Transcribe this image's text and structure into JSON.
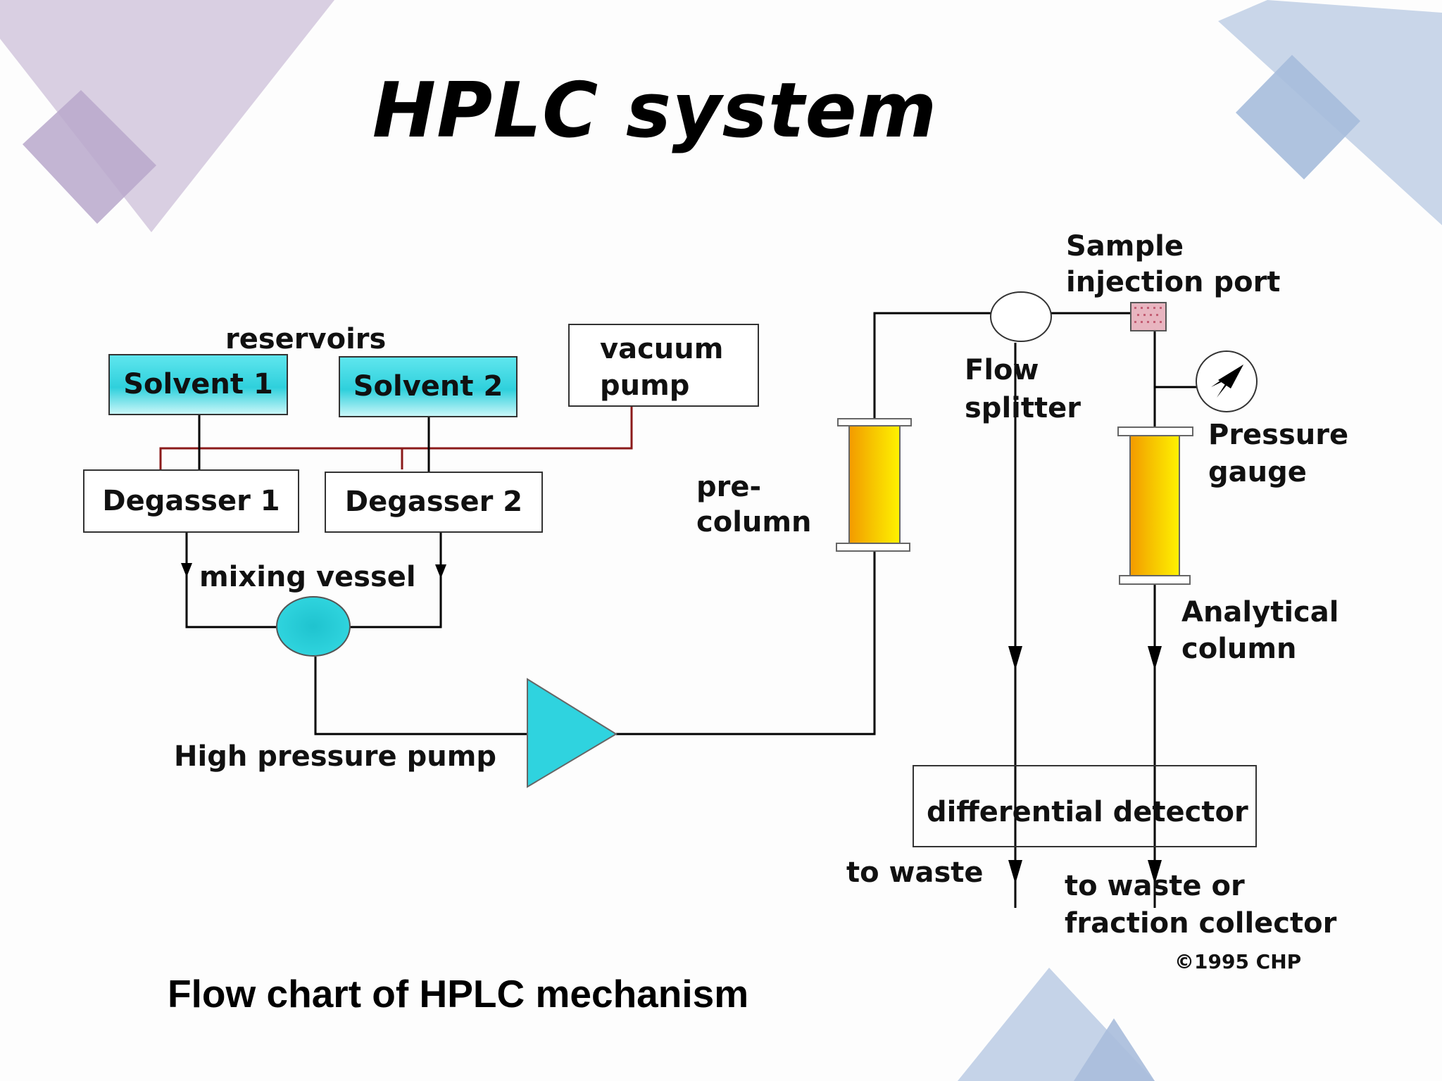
{
  "title": "HPLC system",
  "caption": "Flow chart of HPLC mechanism",
  "colors": {
    "solvent_fill": "#2fd0dc",
    "column_fill": "#f5c400",
    "column_outline": "#666666",
    "vacuum_line": "#8b1a1a",
    "line": "#000000",
    "deco_purple": "#c6b7d4",
    "deco_blue": "#a9bedd"
  },
  "diagram": {
    "reservoirs_label": "reservoirs",
    "solvent_1": "Solvent 1",
    "solvent_2": "Solvent 2",
    "vacuum_pump": "vacuum pump",
    "vacuum_pump_line1": "vacuum",
    "vacuum_pump_line2": "pump",
    "degasser_1": "Degasser 1",
    "degasser_2": "Degasser 2",
    "mixing_vessel": "mixing vessel",
    "high_pressure_pump": "High pressure pump",
    "pre_column_line1": "pre-",
    "pre_column_line2": "column",
    "flow_splitter_line1": "Flow",
    "flow_splitter_line2": "splitter",
    "sample_port_line1": "Sample",
    "sample_port_line2": "injection port",
    "pressure_gauge_line1": "Pressure",
    "pressure_gauge_line2": "gauge",
    "analytical_column_line1": "Analytical",
    "analytical_column_line2": "column",
    "differential_detector": "differential detector",
    "to_waste": "to waste",
    "to_waste_or_line1": "to waste or",
    "to_waste_or_line2": "fraction collector",
    "copyright": "©1995 CHP"
  }
}
